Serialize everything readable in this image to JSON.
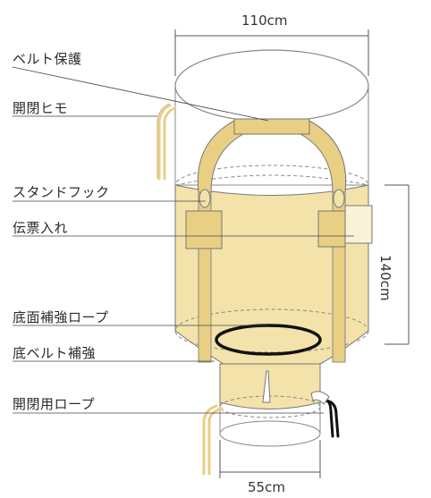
{
  "dimensions": {
    "top_width": "110cm",
    "height": "140cm",
    "bottom_spout_width": "55cm"
  },
  "labels": {
    "belt_protection": "ベルト保護",
    "opening_string": "開閉ヒモ",
    "stand_hook": "スタンドフック",
    "slip_pocket": "伝票入れ",
    "bottom_reinforcement_rope": "底面補強ロープ",
    "bottom_belt_reinforcement": "底ベルト補強",
    "opening_rope": "開閉用ロープ"
  },
  "colors": {
    "bag_body": "#f3e3aa",
    "belt": "#e9cf83",
    "outline": "#777777",
    "rope": "#111111",
    "pocket": "#faf2d8"
  }
}
